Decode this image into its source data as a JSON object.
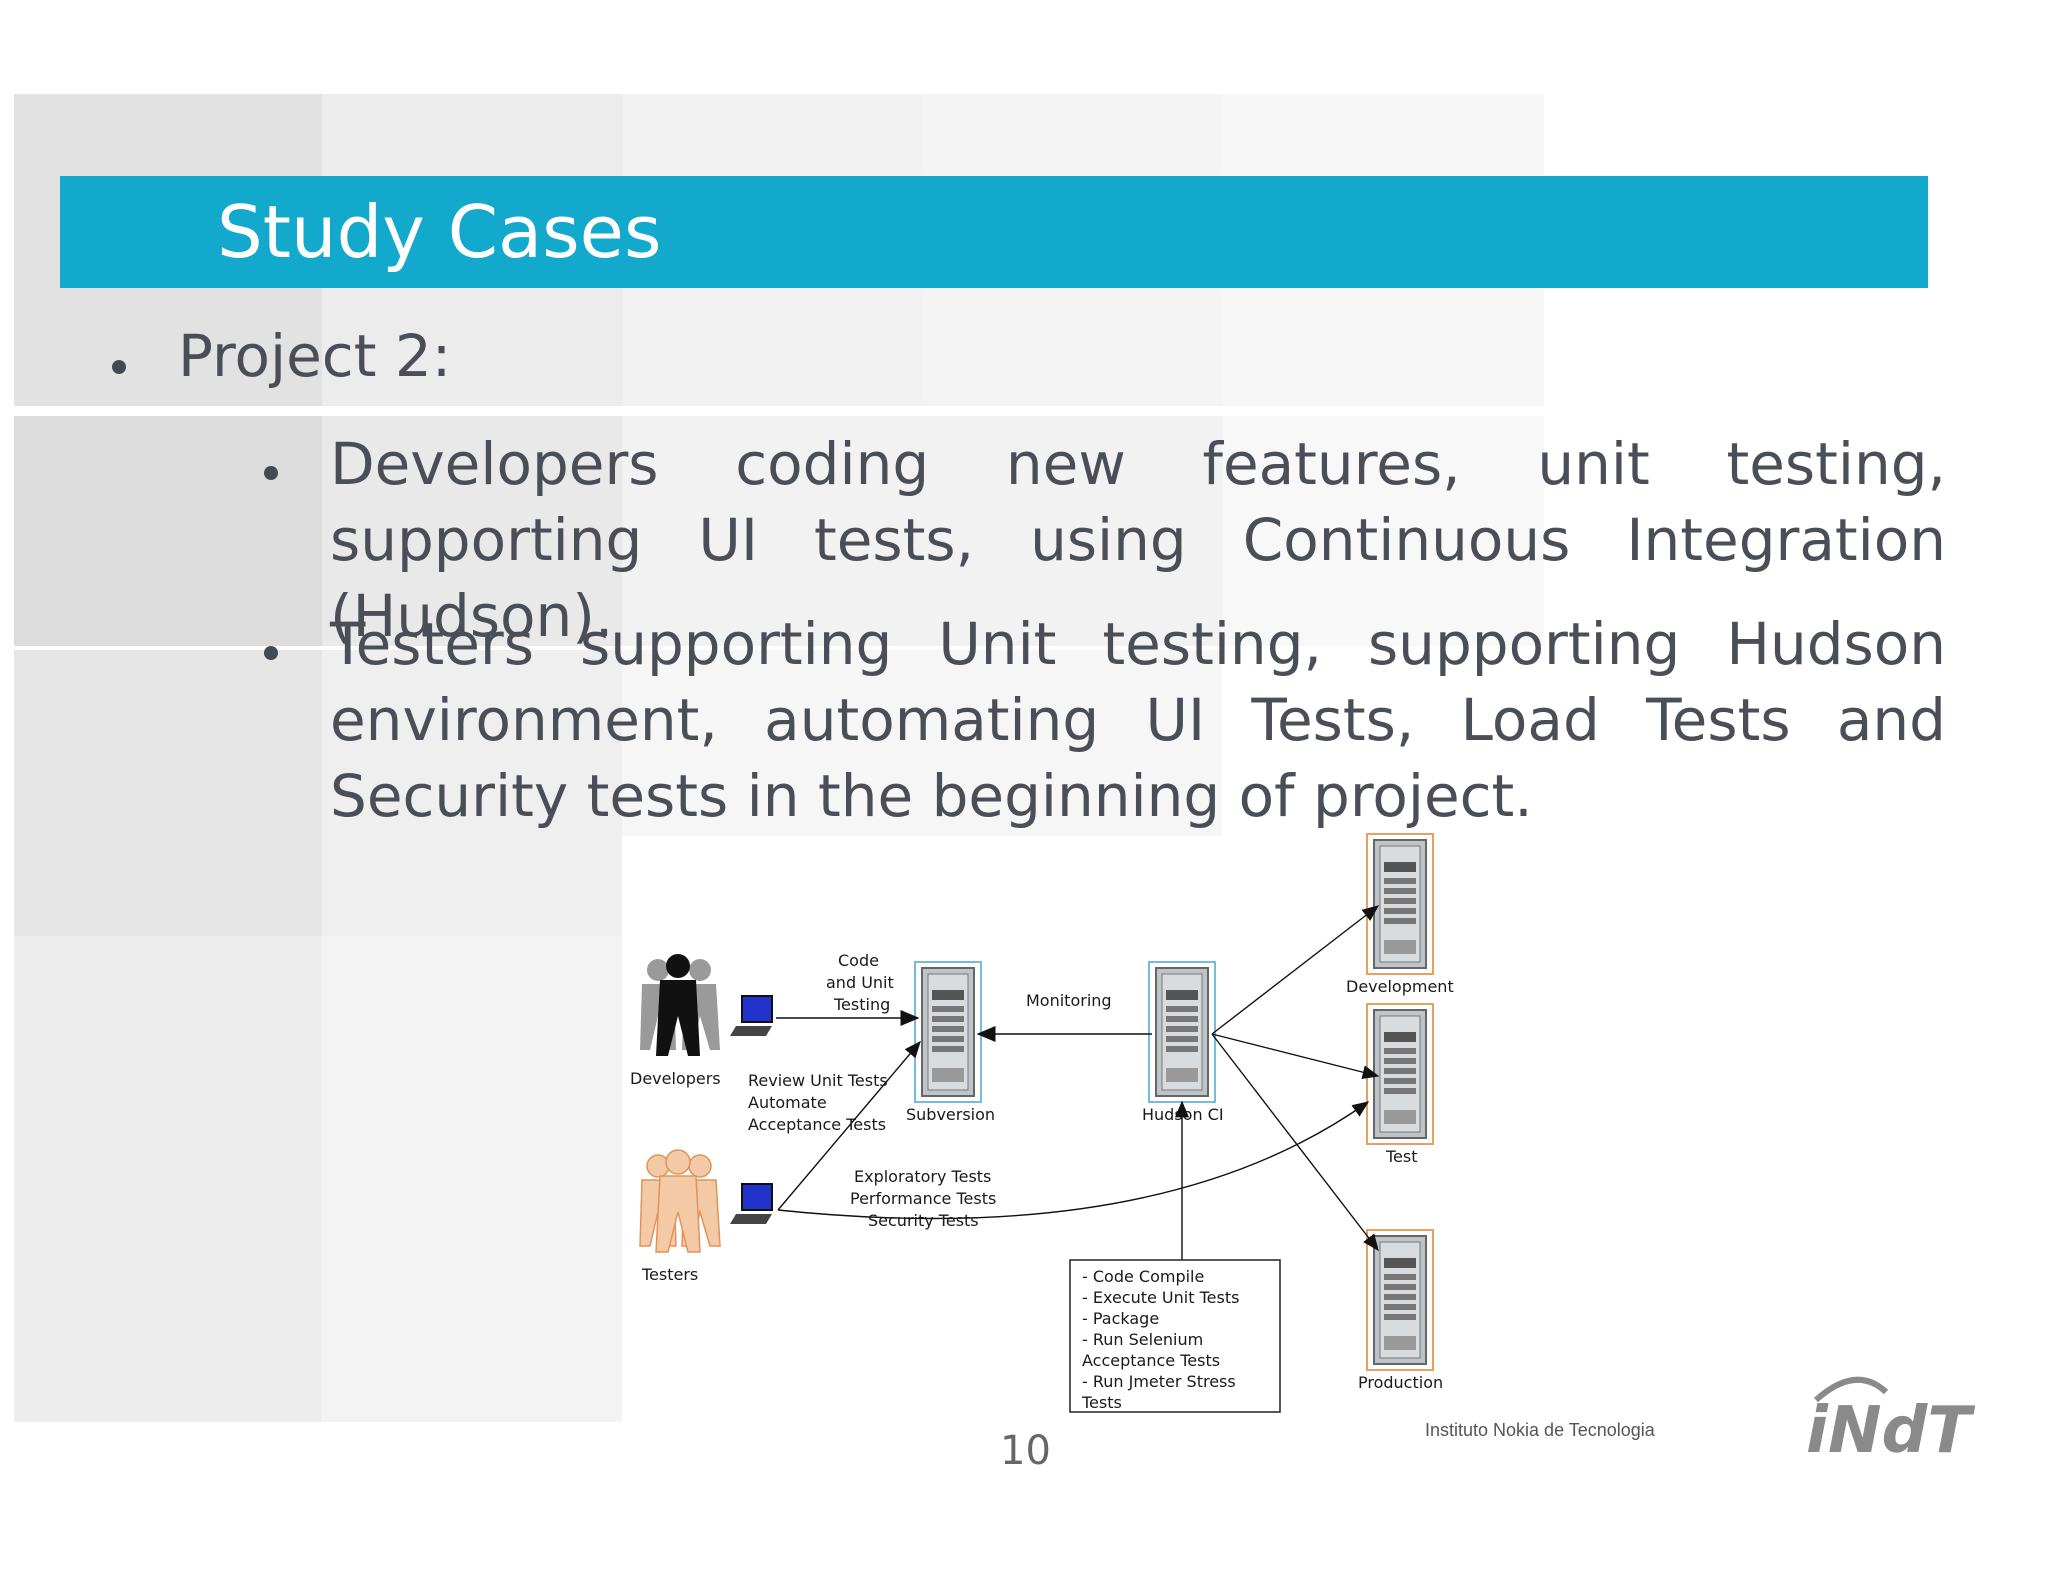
{
  "slide": {
    "title": "Study Cases",
    "bullet_level1": "Project 2:",
    "bullets_level2": [
      "Developers coding new features, unit testing, supporting UI tests, using Continuous Integration (Hudson).",
      "Testers supporting Unit testing, supporting Hudson environment, automating UI Tests, Load Tests and Security tests in the beginning of project."
    ],
    "page_number": "10",
    "footer": "Instituto Nokia de  Tecnologia",
    "logo_text": "iNdT",
    "colors": {
      "title_bar": "#12a9cd",
      "text": "#4a4f57"
    }
  },
  "diagram": {
    "developers_label": "Developers",
    "testers_label": "Testers",
    "subversion_label": "Subversion",
    "hudson_label": "Hudson CI",
    "development_label": "Development",
    "test_label": "Test",
    "production_label": "Production",
    "code_unit_testing": [
      "Code",
      "and Unit",
      "Testing"
    ],
    "monitoring_label": "Monitoring",
    "review_lines": [
      "Review Unit Tests",
      "Automate",
      "Acceptance Tests"
    ],
    "exploratory_lines": [
      "Exploratory Tests",
      "Performance Tests",
      "Security Tests"
    ],
    "hudson_tasks": [
      "- Code Compile",
      "- Execute Unit Tests",
      "- Package",
      "- Run Selenium",
      "Acceptance Tests",
      "- Run Jmeter Stress",
      "Tests"
    ]
  }
}
